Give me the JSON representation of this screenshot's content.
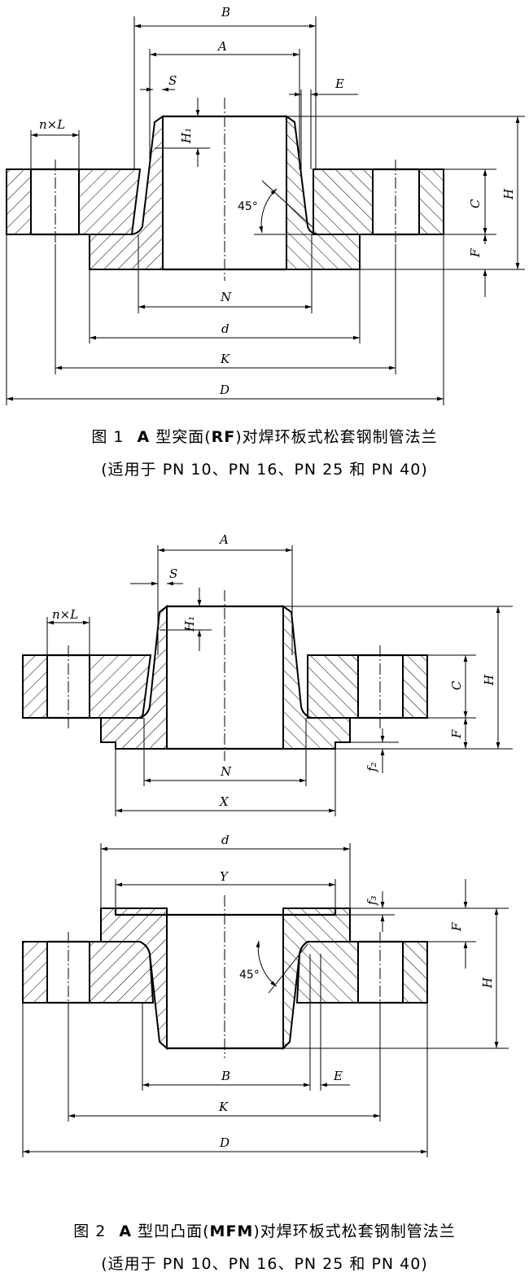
{
  "figure1": {
    "labels": {
      "B": "B",
      "A": "A",
      "S": "S",
      "E": "E",
      "nL": "n×L",
      "H1": "H₁",
      "angle": "45°",
      "C": "C",
      "H": "H",
      "F": "F",
      "N": "N",
      "d": "d",
      "K": "K",
      "D": "D"
    },
    "caption": {
      "number": "图 1",
      "title_prefix": "A",
      "title_mid": " 型突面(",
      "title_code": "RF",
      "title_rest": ")对焊环板式松套钢制管法兰",
      "applicability": "(适用于 PN 10、PN 16、PN 25 和 PN 40)"
    }
  },
  "figure2": {
    "labels": {
      "A": "A",
      "S": "S",
      "nL": "n×L",
      "H1": "H₁",
      "C": "C",
      "H": "H",
      "F": "F",
      "f2": "f₂",
      "N": "N",
      "X": "X",
      "d": "d",
      "Y": "Y",
      "f3": "f₃",
      "F_lower": "F",
      "angle": "45°",
      "H_lower": "H",
      "B": "B",
      "E": "E",
      "K": "K",
      "D": "D"
    },
    "caption": {
      "number": "图 2",
      "title_prefix": "A",
      "title_mid": " 型凹凸面(",
      "title_code": "MFM",
      "title_rest": ")对焊环板式松套钢制管法兰",
      "applicability": "(适用于 PN 10、PN 16、PN 25 和 PN 40)"
    }
  }
}
